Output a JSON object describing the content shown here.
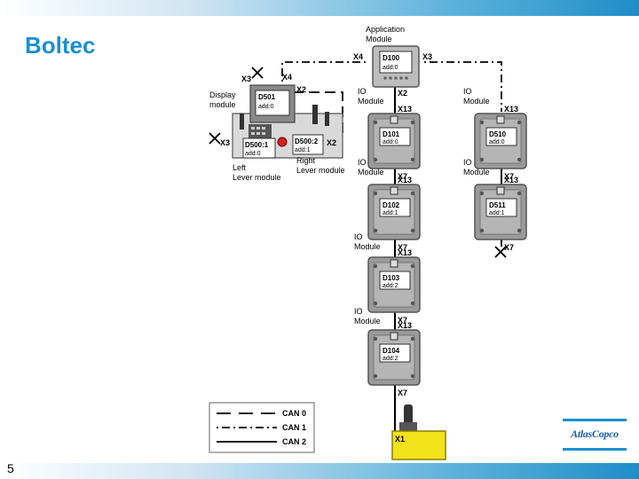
{
  "title": "Boltec",
  "page_number": "5",
  "logo_text": "AtlasCopco",
  "application_module": {
    "label_line1": "Application",
    "label_line2": "Module",
    "id": "D100",
    "addr": "add:0",
    "port_left": "X4",
    "port_right": "X3",
    "port_bottom": "X2"
  },
  "display_module": {
    "label_line1": "Display",
    "label_line2": "module",
    "id": "D501",
    "addr": "add:0",
    "port_top": "X4",
    "port_top_left": "X3",
    "port_right": "X2"
  },
  "left_lever": {
    "id": "D500:1",
    "addr": "add:0",
    "label_line1": "Left",
    "label_line2": "Lever module",
    "port_left": "X3"
  },
  "right_lever": {
    "id": "D500:2",
    "addr": "add:1",
    "label_line1": "Right",
    "label_line2": "Lever module",
    "port_right": "X2"
  },
  "io_label_line1": "IO",
  "io_label_line2": "Module",
  "io_modules": [
    {
      "id": "D101",
      "addr": "add:0",
      "port_top": "X13",
      "port_bottom": "X7"
    },
    {
      "id": "D102",
      "addr": "add:1",
      "port_top": "X13",
      "port_bottom": "X7"
    },
    {
      "id": "D103",
      "addr": "add:2",
      "port_top": "X13",
      "port_bottom": "X7"
    },
    {
      "id": "D104",
      "addr": "add:2",
      "port_top": "X13",
      "port_bottom": "X7"
    },
    {
      "id": "D510",
      "addr": "add:0",
      "port_top": "X13",
      "port_bottom": "X7"
    },
    {
      "id": "D511",
      "addr": "add:1",
      "port_top": "X13",
      "port_bottom": "X7"
    }
  ],
  "joystick_port": "X1",
  "legend": [
    {
      "label": "CAN 0",
      "dash": "16 9"
    },
    {
      "label": "CAN 1",
      "dash": "2 4 9 4"
    },
    {
      "label": "CAN 2",
      "dash": ""
    }
  ],
  "colors": {
    "title": "#1a8fd0",
    "module_fill": "#9a9a9a",
    "module_border": "#555555",
    "joystick_box": "#f2e21a"
  }
}
